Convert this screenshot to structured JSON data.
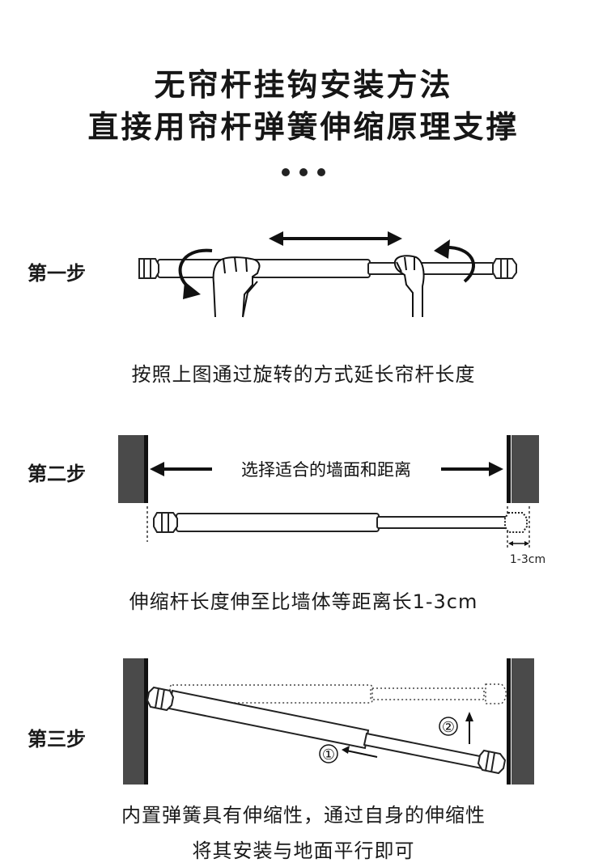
{
  "title": {
    "line1": "无帘杆挂钩安装方法",
    "line2": "直接用帘杆弹簧伸缩原理支撑"
  },
  "steps": [
    {
      "label": "第一步",
      "caption": "按照上图通过旋转的方式延长帘杆长度"
    },
    {
      "label": "第二步",
      "caption": "伸缩杆长度伸至比墙体等距离长1-3cm",
      "overlay": "选择适合的墙面和距离",
      "gap": "1-3cm"
    },
    {
      "label": "第三步",
      "caption_line1": "内置弹簧具有伸缩性，通过自身的伸缩性",
      "caption_line2": "将其安装与地面平行即可",
      "mark1": "①",
      "mark2": "②"
    }
  ]
}
